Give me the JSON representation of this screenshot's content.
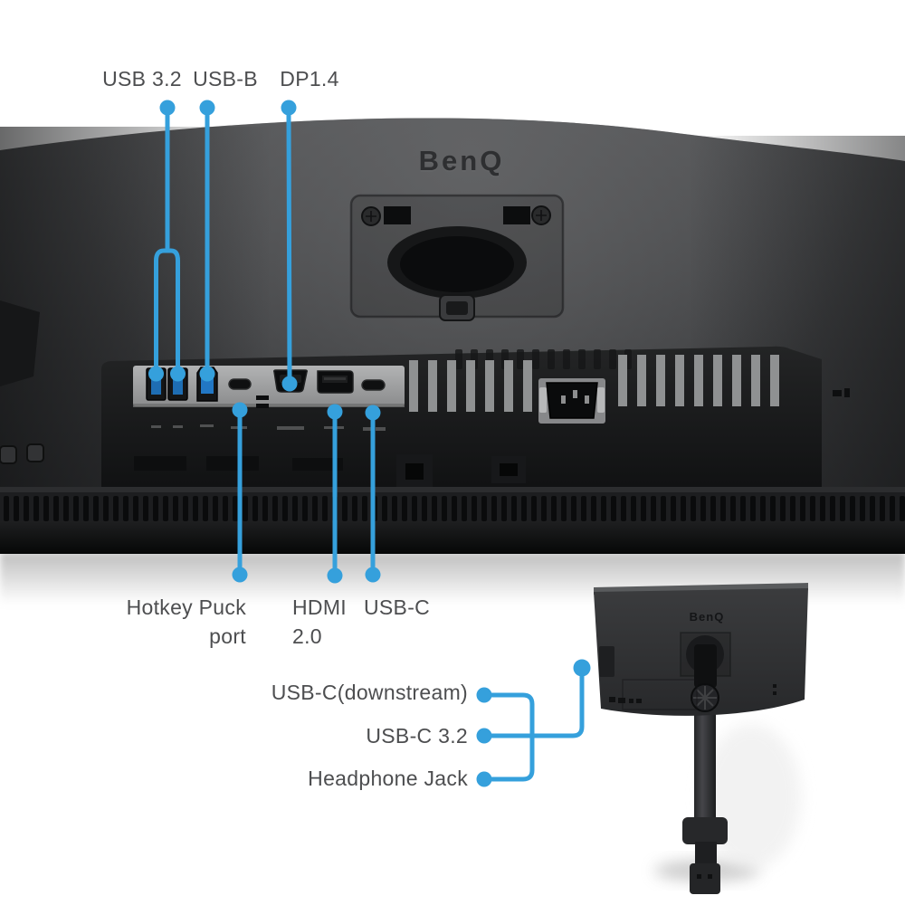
{
  "diagram": {
    "title_context": "BenQ monitor rear port diagram",
    "brand": "BenQ",
    "accent_color": "#35a0dc",
    "label_text_color": "#4d4e50",
    "monitor_body_color": "#3c3d3f",
    "background_color": "#ffffff",
    "top_callouts": [
      {
        "label": "USB 3.2"
      },
      {
        "label": "USB-B"
      },
      {
        "label": "DP1.4"
      }
    ],
    "bottom_callouts": [
      {
        "lines": [
          "Hotkey Puck",
          "port"
        ]
      },
      {
        "lines": [
          "HDMI",
          "2.0"
        ]
      },
      {
        "lines": [
          "USB-C"
        ]
      }
    ],
    "side_callouts": [
      {
        "label": "USB-C(downstream)"
      },
      {
        "label": "USB-C 3.2"
      },
      {
        "label": "Headphone Jack"
      }
    ],
    "port_icons": [
      "usb-a-port",
      "usb-a-port",
      "usb-b-port",
      "hotkey-puck-port",
      "dp-port",
      "hdmi-port",
      "usb-c-port",
      "power-inlet",
      "kensington-lock-slot"
    ]
  }
}
